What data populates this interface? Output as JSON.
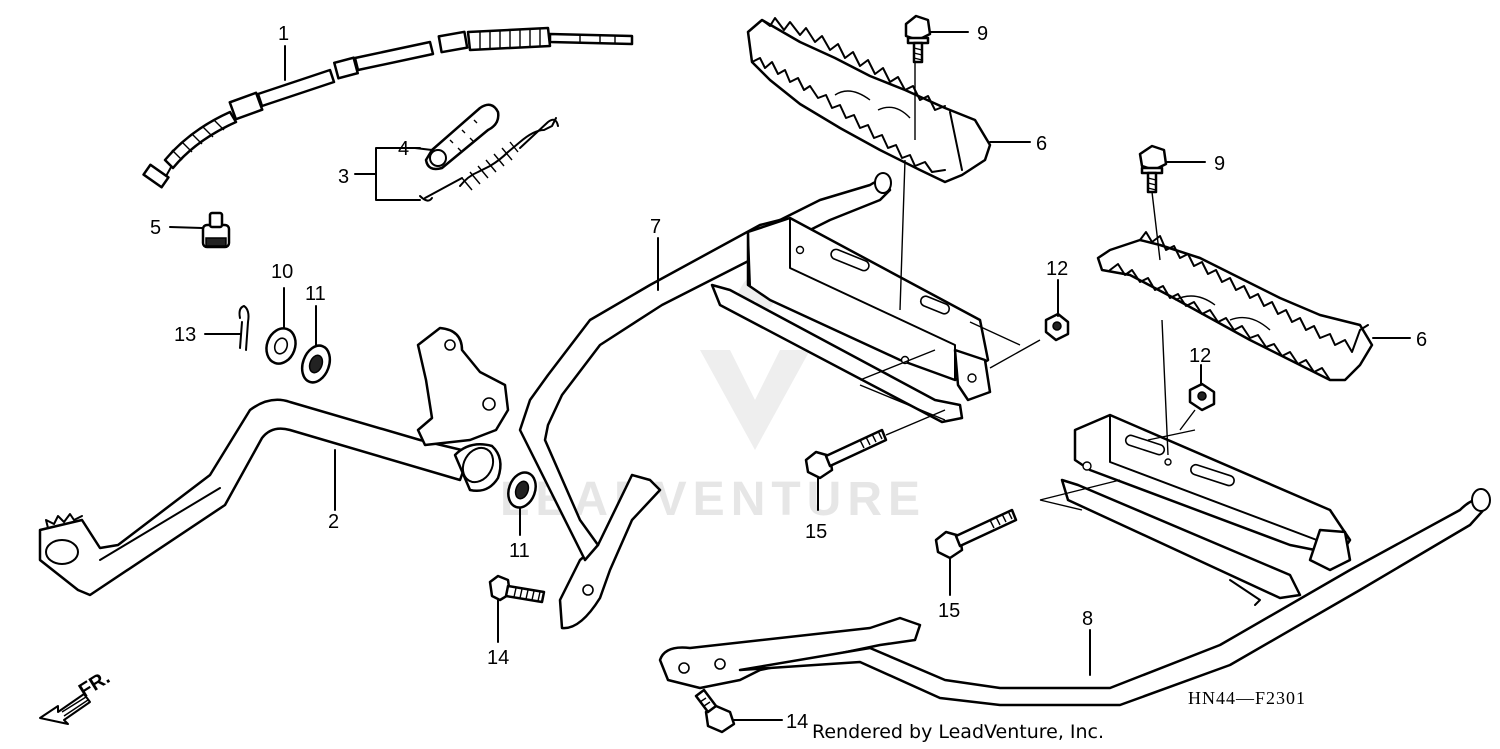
{
  "diagram": {
    "callouts": [
      {
        "id": "1",
        "label": "1"
      },
      {
        "id": "2",
        "label": "2"
      },
      {
        "id": "3",
        "label": "3"
      },
      {
        "id": "4",
        "label": "4"
      },
      {
        "id": "5",
        "label": "5"
      },
      {
        "id": "6a",
        "label": "6"
      },
      {
        "id": "6b",
        "label": "6"
      },
      {
        "id": "7",
        "label": "7"
      },
      {
        "id": "8",
        "label": "8"
      },
      {
        "id": "9a",
        "label": "9"
      },
      {
        "id": "9b",
        "label": "9"
      },
      {
        "id": "10",
        "label": "10"
      },
      {
        "id": "11a",
        "label": "11"
      },
      {
        "id": "11b",
        "label": "11"
      },
      {
        "id": "12a",
        "label": "12"
      },
      {
        "id": "12b",
        "label": "12"
      },
      {
        "id": "13",
        "label": "13"
      },
      {
        "id": "14a",
        "label": "14"
      },
      {
        "id": "14b",
        "label": "14"
      },
      {
        "id": "15a",
        "label": "15"
      },
      {
        "id": "15b",
        "label": "15"
      }
    ],
    "diagram_code": "HN44—F2301",
    "credit": "Rendered by LeadVenture, Inc.",
    "direction_label": "FR.",
    "watermark": "LEADVENTURE",
    "colors": {
      "line": "#000000",
      "background": "#ffffff",
      "watermark": "#e6e6e6"
    }
  }
}
